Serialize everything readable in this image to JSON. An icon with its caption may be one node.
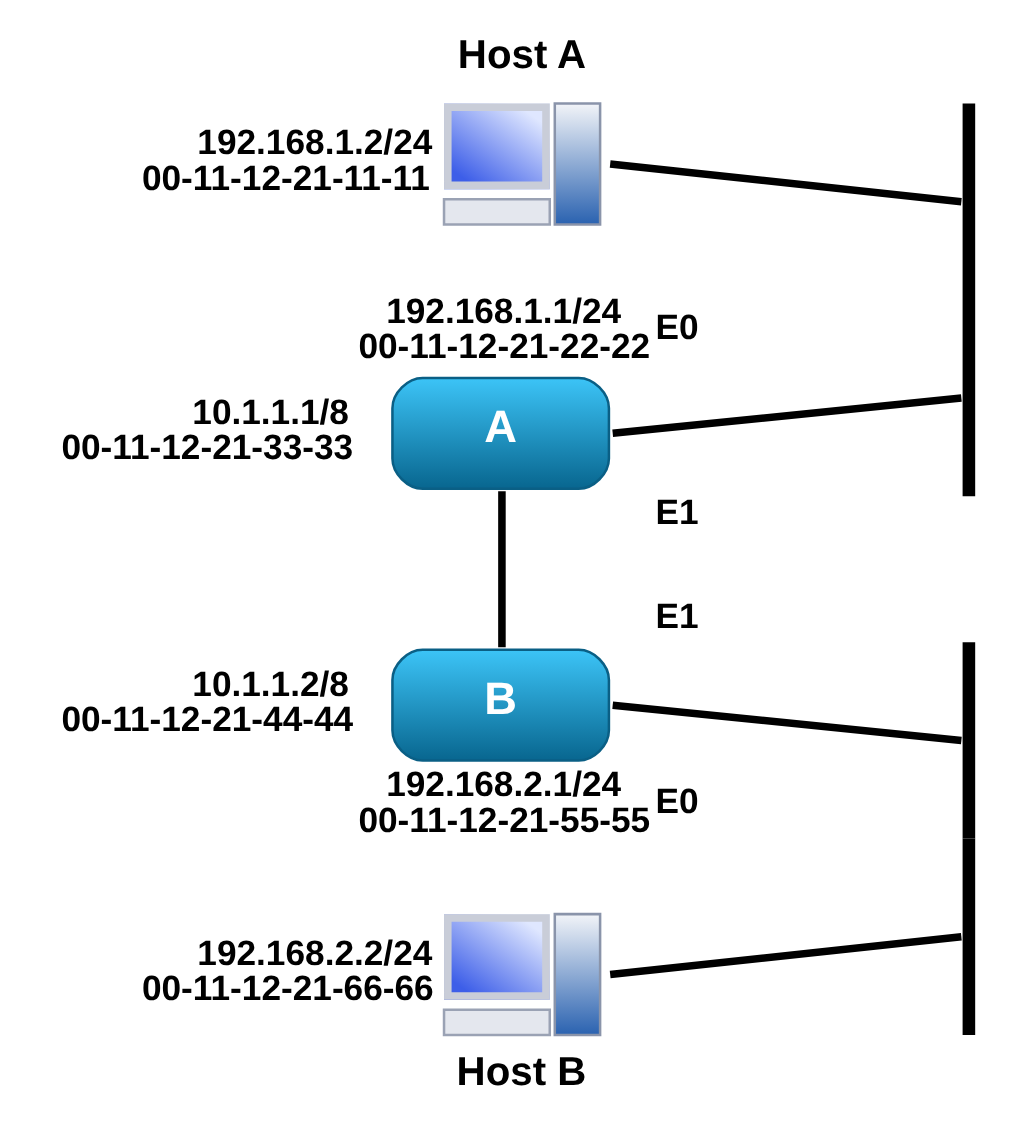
{
  "diagram": {
    "nodes": [
      {
        "text": [
          "Host A"
        ],
        "beside": [
          "192.168.1.2/24 00-11-12-21-11-11"
        ]
      },
      {
        "text": [],
        "shape": "bar"
      },
      {
        "text": [
          "A"
        ],
        "beside": [
          "192.168.1.1/24 00-11-12-21-22-22",
          "E0",
          "10.1.1.1/8 00-11-12-21-33-33",
          "E1"
        ]
      },
      {
        "text": [
          "B"
        ],
        "beside": [
          "10.1.1.2/8 00-11-12-21-44-44",
          "E1",
          "E0",
          "192.168.2.1/24 00-11-12-21-55-55"
        ]
      },
      {
        "text": [],
        "shape": "bar"
      },
      {
        "text": [
          "Host B"
        ],
        "beside": [
          "192.168.2.2/24 00-11-12-21-66-66"
        ]
      }
    ],
    "edges": [
      {
        "from": 0,
        "to": 1,
        "arrow": "none"
      },
      {
        "from": 2,
        "to": 1,
        "arrow": "none"
      },
      {
        "from": 2,
        "to": 3,
        "arrow": "none"
      },
      {
        "from": 3,
        "to": 4,
        "arrow": "none"
      },
      {
        "from": 5,
        "to": 4,
        "arrow": "none"
      }
    ]
  }
}
